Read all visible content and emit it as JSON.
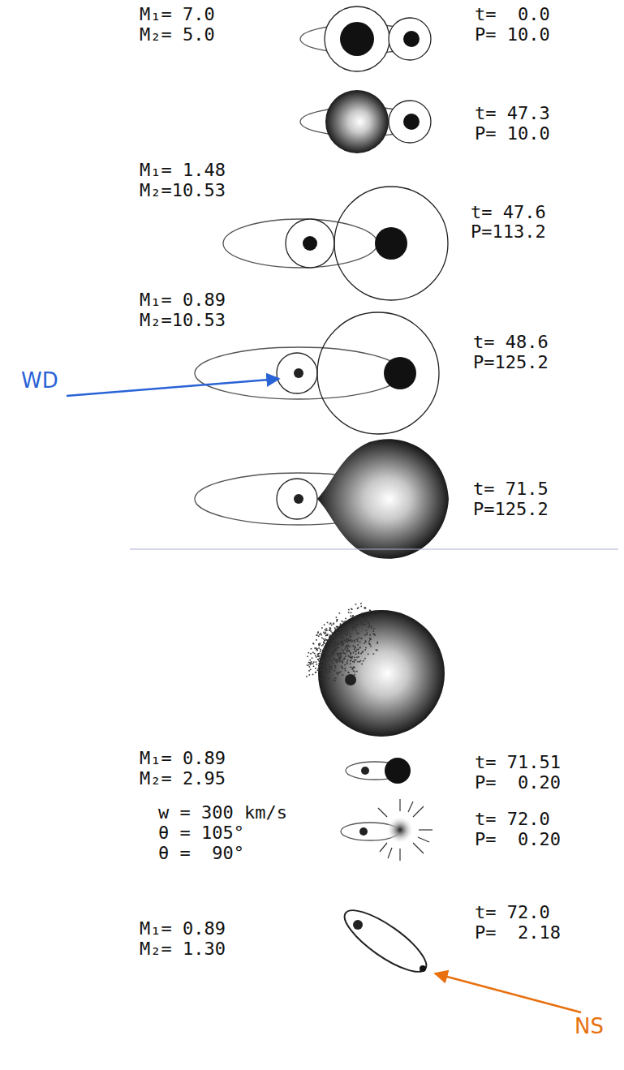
{
  "diagram": {
    "labels": [
      "M₁= 7.0",
      "M₂= 5.0",
      "t=  0.0",
      "P= 10.0",
      "t= 47.3",
      "P= 10.0",
      "M₁= 1.48",
      "M₂=10.53",
      "t= 47.6",
      "P=113.2",
      "M₁= 0.89",
      "M₂=10.53",
      "t= 48.6",
      "P=125.2",
      "WD",
      "t= 71.5",
      "P=125.2",
      "M₁= 0.89",
      "M₂= 2.95",
      "t= 71.51",
      "P=  0.20",
      "w = 300 km/s",
      "θ = 105°",
      "θ =  90°",
      "t= 72.0",
      "P=  0.20",
      "M₁= 0.89",
      "M₂= 1.30",
      "t= 72.0",
      "P=  2.18",
      "NS"
    ]
  }
}
